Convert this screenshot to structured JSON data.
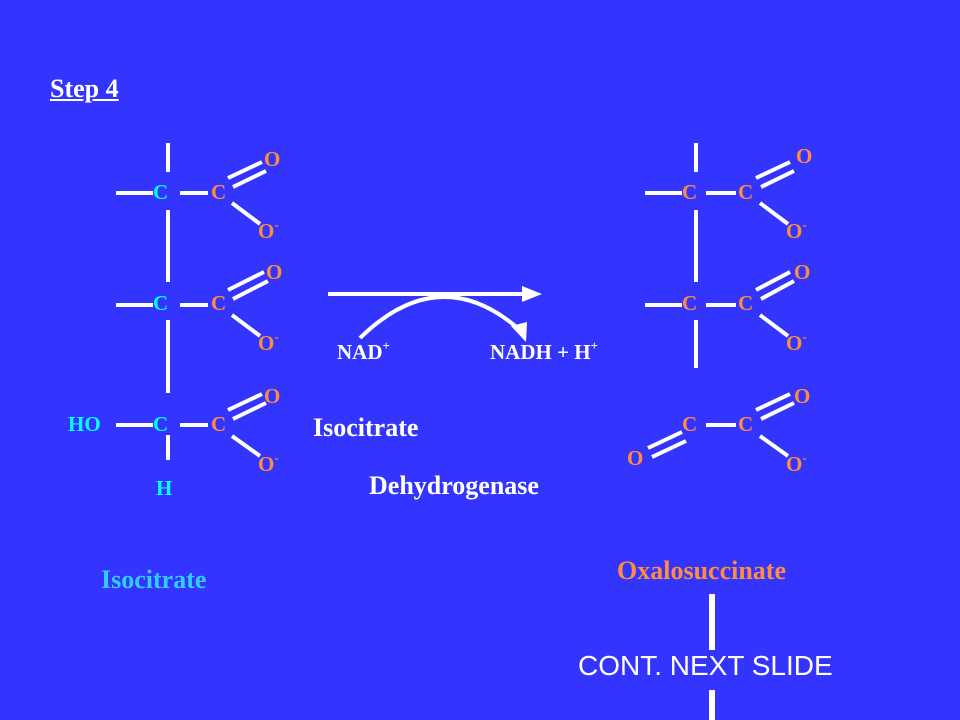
{
  "slide": {
    "title": "Step 4",
    "footer": "CONT. NEXT SLIDE"
  },
  "colors": {
    "background": "#3434ff",
    "carbon_cyan": "#00ffff",
    "oxygen_orange": "#ff8c40",
    "product_name": "#ff8c40",
    "substrate_name": "#33ccff",
    "bond": "#ffffff"
  },
  "reaction": {
    "cofactor_in": "NAD",
    "cofactor_in_charge": "+",
    "cofactor_out": "NADH + H",
    "cofactor_out_charge": "+",
    "enzyme_line1": "Isocitrate",
    "enzyme_line2": "Dehydrogenase"
  },
  "substrate": {
    "name": "Isocitrate",
    "carbon": "C",
    "oxygen": "O",
    "oxide": "O",
    "oxide_charge": "-",
    "hydroxyl": "HO",
    "hydrogen": "H"
  },
  "product": {
    "name": "Oxalosuccinate",
    "carbon": "C",
    "oxygen": "O",
    "oxide": "O",
    "oxide_charge": "-"
  },
  "icons": {
    "reaction_arrow": "right-arrow-icon",
    "cofactor_arrow": "curved-arrow-icon",
    "next_step_arrow": "down-line-icon"
  }
}
